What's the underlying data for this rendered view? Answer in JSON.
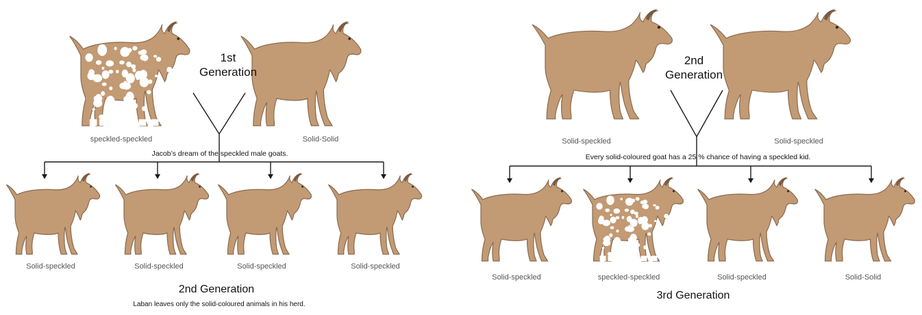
{
  "colors": {
    "goat": "#c29a74",
    "spot": "#ffffff",
    "line": "#1a1a1a",
    "label": "#555555"
  },
  "left": {
    "gen_title_line1": "1st",
    "gen_title_line2": "Generation",
    "parents": [
      {
        "label": "speckled-speckled",
        "speckled": true
      },
      {
        "label": "Solid-Solid",
        "speckled": false
      }
    ],
    "caption": "Jacob’s dream of the speckled male goats.",
    "offspring": [
      {
        "label": "Solid-speckled",
        "speckled": false
      },
      {
        "label": "Solid-speckled",
        "speckled": false
      },
      {
        "label": "Solid-speckled",
        "speckled": false
      },
      {
        "label": "Solid-speckled",
        "speckled": false
      }
    ],
    "bottom_title": "2nd Generation",
    "bottom_caption": "Laban leaves only the solid-coloured animals in his herd."
  },
  "right": {
    "gen_title_line1": "2nd",
    "gen_title_line2": "Generation",
    "parents": [
      {
        "label": "Solid-speckled",
        "speckled": false
      },
      {
        "label": "Solid-speckled",
        "speckled": false
      }
    ],
    "caption": "Every solid-coloured goat has a 25 % chance of having a speckled kid.",
    "offspring": [
      {
        "label": "Solid-speckled",
        "speckled": false
      },
      {
        "label": "speckled-speckled",
        "speckled": true
      },
      {
        "label": "Solid-speckled",
        "speckled": false
      },
      {
        "label": "Solid-Solid",
        "speckled": false
      }
    ],
    "bottom_title": "3rd Generation"
  }
}
